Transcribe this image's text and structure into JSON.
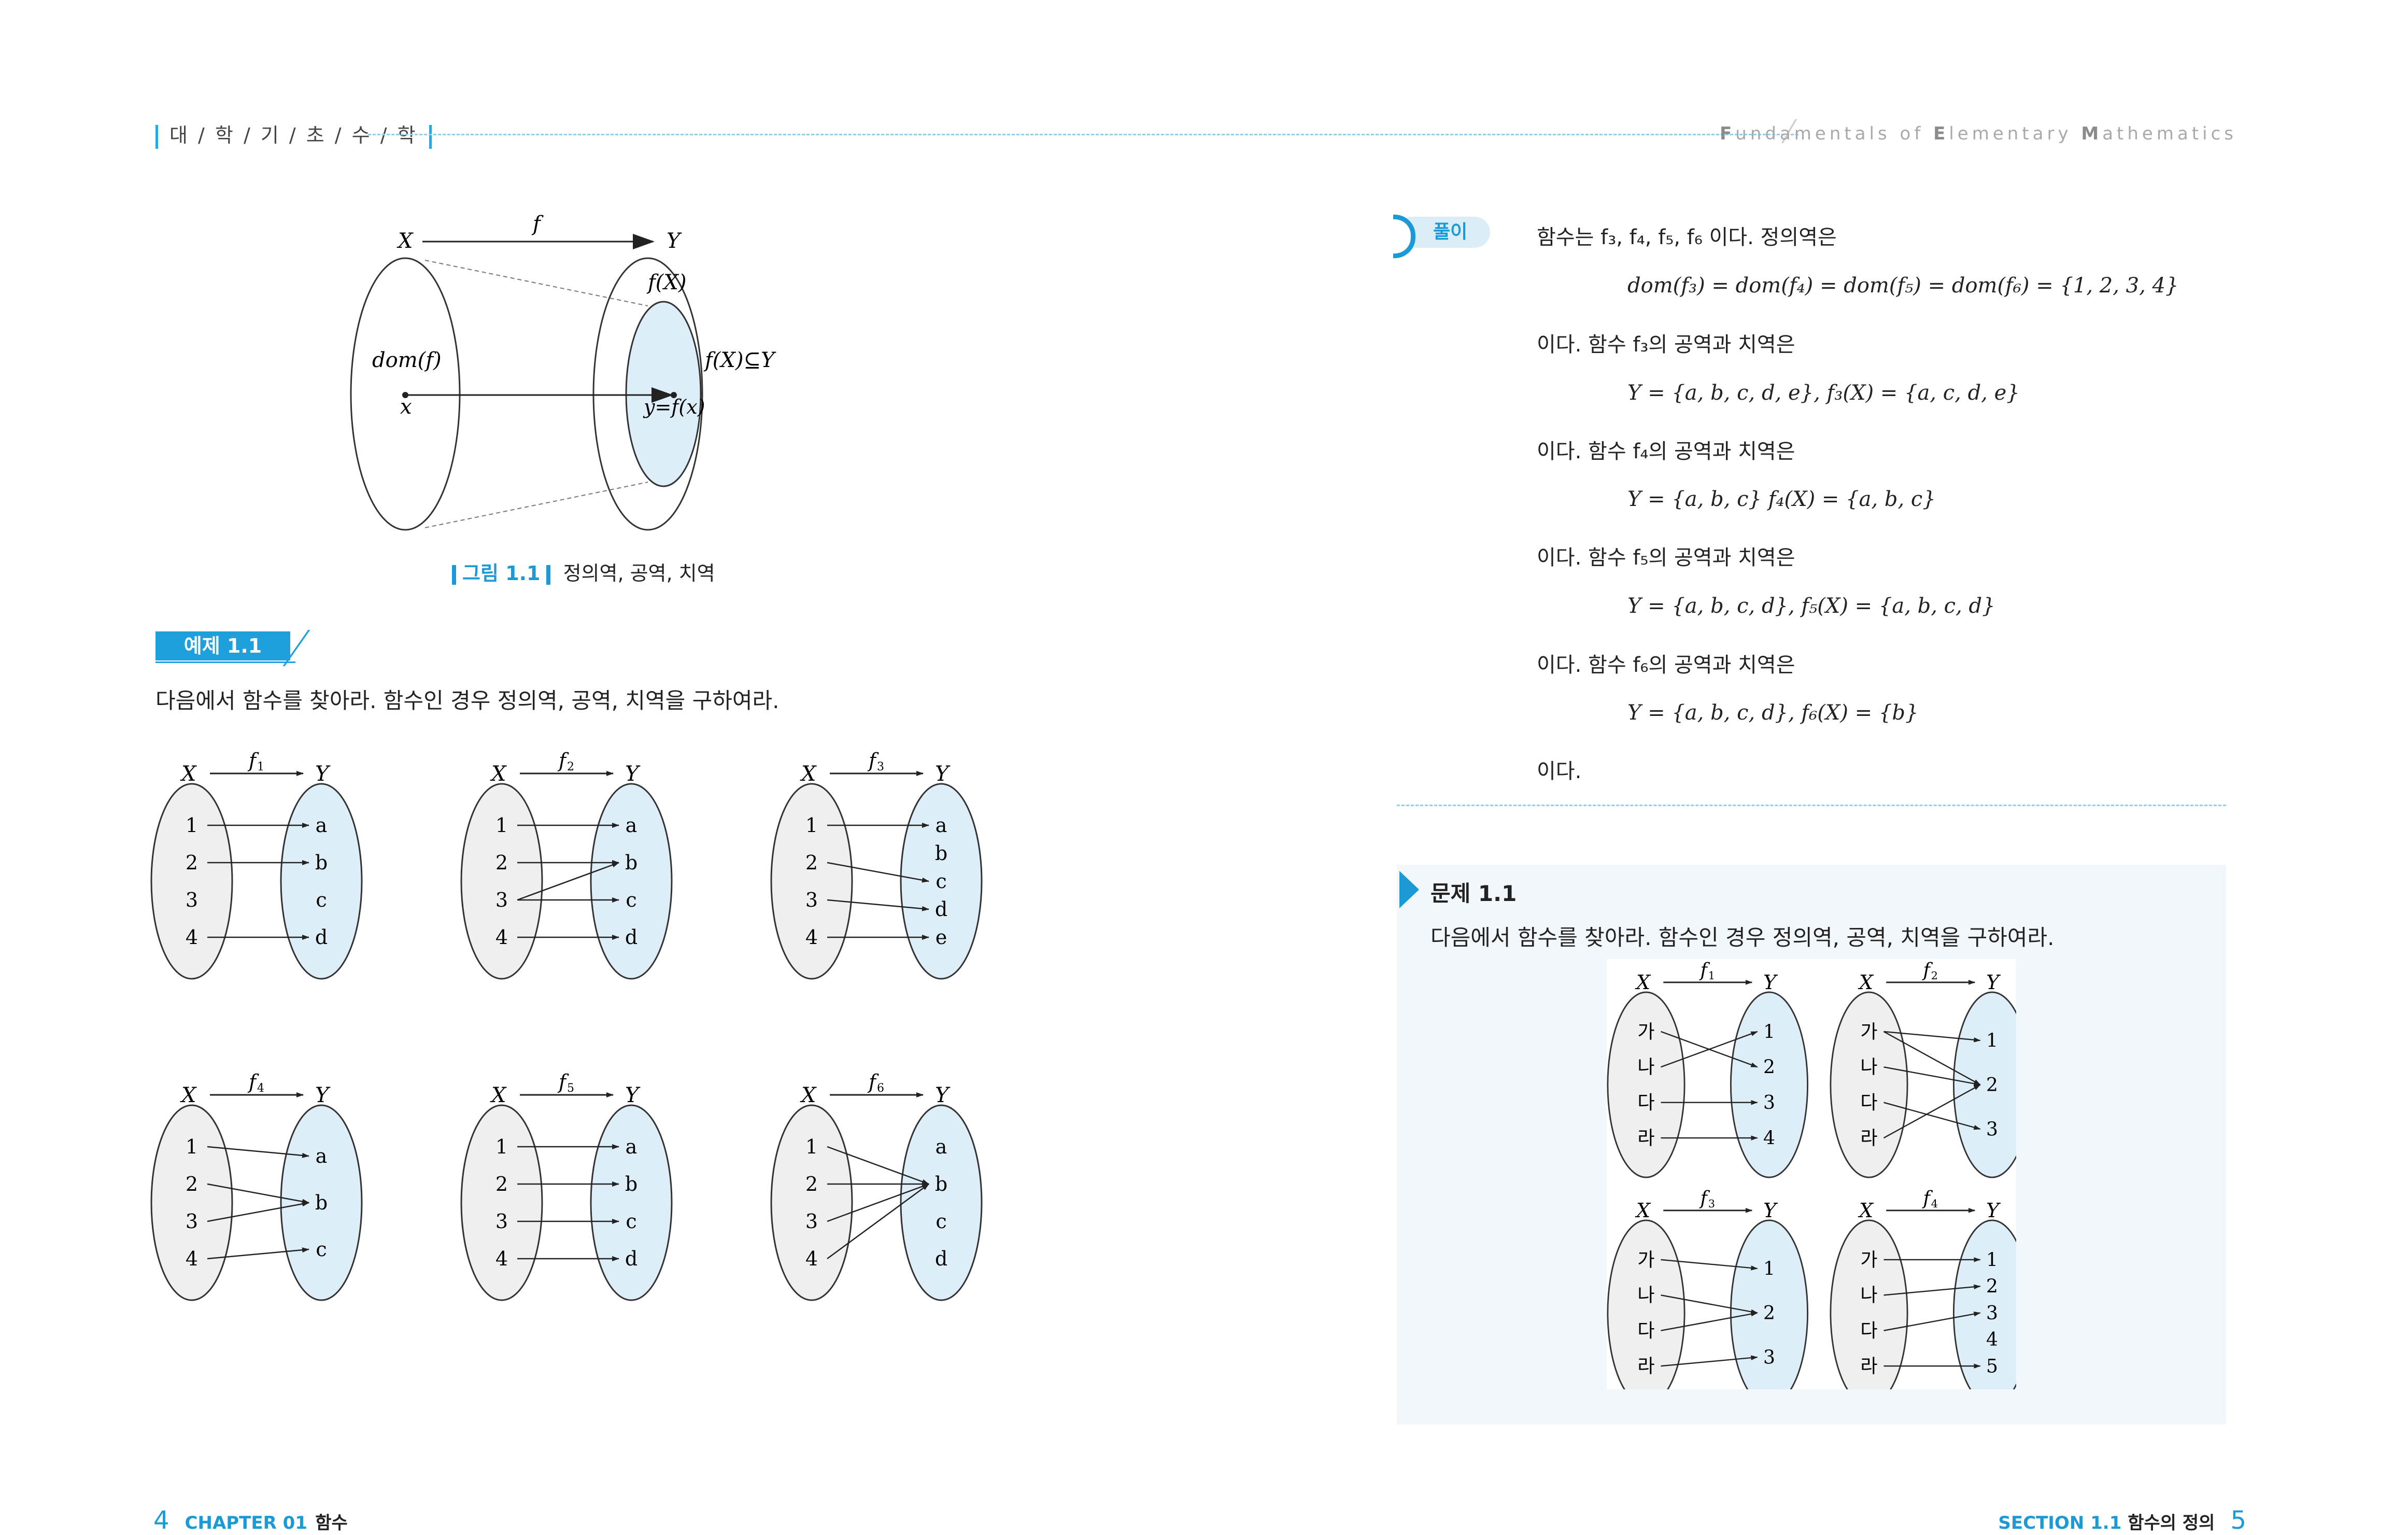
{
  "header": {
    "left_title": "대 / 학 / 기 / 초 / 수 / 학",
    "right_title_parts": [
      {
        "b": "F",
        "t": "undamentals of "
      },
      {
        "b": "E",
        "t": "lementary "
      },
      {
        "b": "M",
        "t": "athematics"
      }
    ]
  },
  "figure_1_1": {
    "labels": {
      "X": "X",
      "Y": "Y",
      "f": "f",
      "domain": "dom(f)",
      "image": "f(X)",
      "subset": "f(X)⊆Y",
      "x": "x",
      "y": "y=f(x)"
    },
    "caption_label": "그림 1.1",
    "caption_text": "정의역, 공역, 치역"
  },
  "example": {
    "badge": "예제 1.1",
    "text": "다음에서 함수를 찾아라. 함수인 경우 정의역, 공역, 치역을 구하여라.",
    "diagrams": [
      {
        "name": "f1",
        "sub": "1",
        "left": [
          "1",
          "2",
          "3",
          "4"
        ],
        "right": [
          "a",
          "b",
          "c",
          "d"
        ],
        "edges": [
          [
            0,
            0
          ],
          [
            1,
            1
          ],
          [
            3,
            3
          ]
        ]
      },
      {
        "name": "f2",
        "sub": "2",
        "left": [
          "1",
          "2",
          "3",
          "4"
        ],
        "right": [
          "a",
          "b",
          "c",
          "d"
        ],
        "edges": [
          [
            0,
            0
          ],
          [
            1,
            1
          ],
          [
            2,
            1
          ],
          [
            2,
            2
          ],
          [
            3,
            3
          ]
        ]
      },
      {
        "name": "f3",
        "sub": "3",
        "left": [
          "1",
          "2",
          "3",
          "4"
        ],
        "right": [
          "a",
          "b",
          "c",
          "d",
          "e"
        ],
        "edges": [
          [
            0,
            0
          ],
          [
            1,
            2
          ],
          [
            2,
            3
          ],
          [
            3,
            4
          ]
        ]
      },
      {
        "name": "f4",
        "sub": "4",
        "left": [
          "1",
          "2",
          "3",
          "4"
        ],
        "right": [
          "a",
          "b",
          "c"
        ],
        "edges": [
          [
            0,
            0
          ],
          [
            1,
            1
          ],
          [
            2,
            1
          ],
          [
            3,
            2
          ]
        ]
      },
      {
        "name": "f5",
        "sub": "5",
        "left": [
          "1",
          "2",
          "3",
          "4"
        ],
        "right": [
          "a",
          "b",
          "c",
          "d"
        ],
        "edges": [
          [
            0,
            0
          ],
          [
            1,
            1
          ],
          [
            2,
            2
          ],
          [
            3,
            3
          ]
        ]
      },
      {
        "name": "f6",
        "sub": "6",
        "left": [
          "1",
          "2",
          "3",
          "4"
        ],
        "right": [
          "a",
          "b",
          "c",
          "d"
        ],
        "edges": [
          [
            0,
            1
          ],
          [
            1,
            1
          ],
          [
            2,
            1
          ],
          [
            3,
            1
          ]
        ]
      }
    ]
  },
  "solution": {
    "badge": "풀이",
    "lines": [
      "함수는 f₃, f₄, f₅, f₆ 이다. 정의역은",
      "dom(f₃) = dom(f₄) = dom(f₅) = dom(f₆) = {1, 2, 3, 4}",
      "이다. 함수 f₃의 공역과 치역은",
      "Y = {a, b, c, d, e},     f₃(X) = {a, c, d, e}",
      "이다. 함수 f₄의 공역과 치역은",
      "Y = {a, b, c}     f₄(X) = {a, b, c}",
      "이다. 함수 f₅의 공역과 치역은",
      "Y = {a, b, c, d},     f₅(X) = {a, b, c, d}",
      "이다. 함수 f₆의 공역과 치역은",
      "Y = {a, b, c, d},     f₆(X) = {b}",
      "이다."
    ]
  },
  "problem": {
    "title": "문제 1.1",
    "text": "다음에서 함수를 찾아라. 함수인 경우 정의역, 공역, 치역을 구하여라.",
    "diagrams": [
      {
        "name": "f1",
        "sub": "1",
        "left": [
          "가",
          "나",
          "다",
          "라"
        ],
        "right": [
          "1",
          "2",
          "3",
          "4"
        ],
        "edges": [
          [
            0,
            1
          ],
          [
            1,
            0
          ],
          [
            2,
            2
          ],
          [
            3,
            3
          ]
        ]
      },
      {
        "name": "f2",
        "sub": "2",
        "left": [
          "가",
          "나",
          "다",
          "라"
        ],
        "right": [
          "1",
          "2",
          "3"
        ],
        "edges": [
          [
            0,
            0
          ],
          [
            0,
            1
          ],
          [
            1,
            1
          ],
          [
            2,
            2
          ],
          [
            3,
            1
          ]
        ]
      },
      {
        "name": "f3",
        "sub": "3",
        "left": [
          "가",
          "나",
          "다",
          "라"
        ],
        "right": [
          "1",
          "2",
          "3"
        ],
        "edges": [
          [
            0,
            0
          ],
          [
            1,
            1
          ],
          [
            2,
            1
          ],
          [
            3,
            2
          ]
        ]
      },
      {
        "name": "f4",
        "sub": "4",
        "left": [
          "가",
          "나",
          "다",
          "라"
        ],
        "right": [
          "1",
          "2",
          "3",
          "4",
          "5"
        ],
        "edges": [
          [
            0,
            0
          ],
          [
            1,
            1
          ],
          [
            2,
            2
          ],
          [
            3,
            4
          ]
        ]
      }
    ]
  },
  "footer": {
    "left_page": "4",
    "left_chapter": "CHAPTER 01",
    "left_title": "함수",
    "right_section": "SECTION 1.1",
    "right_title": "함수의 정의",
    "right_page": "5"
  }
}
